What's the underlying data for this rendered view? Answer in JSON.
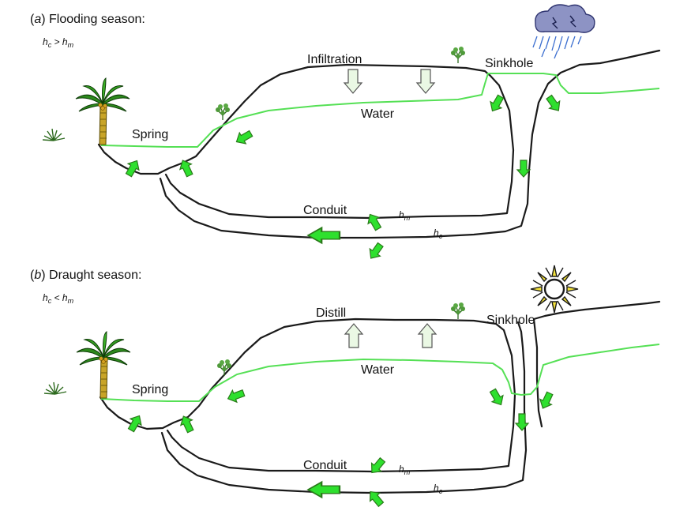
{
  "panels": [
    {
      "title_letter": "a",
      "title_text": "Flooding season:",
      "condition": {
        "h1": "h",
        "s1": "c",
        "op": " > ",
        "h2": "h",
        "s2": "m"
      },
      "labels": {
        "spring": "Spring",
        "water": "Water",
        "conduit": "Conduit",
        "sinkhole": "Sinkhole",
        "surface_process": "Infiltration"
      },
      "heads": {
        "upper": {
          "h": "h",
          "sub": "m"
        },
        "lower": {
          "h": "h",
          "sub": "c"
        }
      },
      "weather_icon": "rain-cloud-icon"
    },
    {
      "title_letter": "b",
      "title_text": "Draught season:",
      "condition": {
        "h1": "h",
        "s1": "c",
        "op": " < ",
        "h2": "h",
        "s2": "m"
      },
      "labels": {
        "spring": "Spring",
        "water": "Water",
        "conduit": "Conduit",
        "sinkhole": "Sinkhole",
        "surface_process": "Distill"
      },
      "heads": {
        "upper": {
          "h": "h",
          "sub": "m"
        },
        "lower": {
          "h": "h",
          "sub": "c"
        }
      },
      "weather_icon": "sun-icon"
    }
  ],
  "colors": {
    "water_line": "#55e055",
    "flow_arrow": "#2ee02e",
    "process_arrow": "#eaf8e4",
    "rock_outline": "#1a1a1a"
  }
}
